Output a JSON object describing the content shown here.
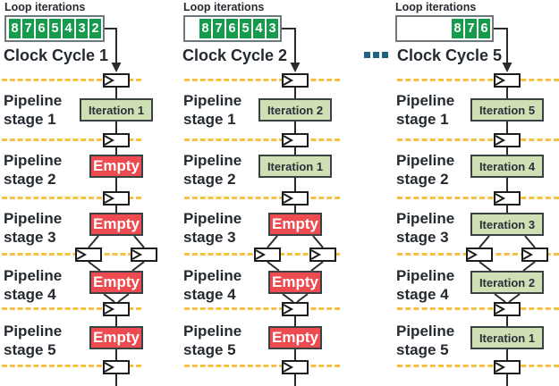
{
  "labels": {
    "loop_iterations": "Loop iterations"
  },
  "colors": {
    "iteration_cell_green": "#169a4c",
    "stage_filled_green": "#cfe0b5",
    "stage_empty_red": "#ee4b50",
    "separator_dash_orange": "#f4c143",
    "ellipsis_teal": "#20617f",
    "text_dark": "#242a31",
    "wire_black": "#2b2b2b"
  },
  "stage_rows": [
    {
      "line1": "Pipeline",
      "line2": "stage 1"
    },
    {
      "line1": "Pipeline",
      "line2": "stage 2"
    },
    {
      "line1": "Pipeline",
      "line2": "stage 3"
    },
    {
      "line1": "Pipeline",
      "line2": "stage 4"
    },
    {
      "line1": "Pipeline",
      "line2": "stage 5"
    }
  ],
  "columns": [
    {
      "clock_label": "Clock Cycle 1",
      "iterations": [
        "8",
        "7",
        "6",
        "5",
        "4",
        "3",
        "2"
      ],
      "stages": [
        {
          "label": "Iteration 1",
          "state": "filled"
        },
        {
          "label": "Empty",
          "state": "empty"
        },
        {
          "label": "Empty",
          "state": "empty"
        },
        {
          "label": "Empty",
          "state": "empty"
        },
        {
          "label": "Empty",
          "state": "empty"
        }
      ]
    },
    {
      "clock_label": "Clock Cycle 2",
      "iterations": [
        "8",
        "7",
        "6",
        "5",
        "4",
        "3"
      ],
      "stages": [
        {
          "label": "Iteration 2",
          "state": "filled"
        },
        {
          "label": "Iteration 1",
          "state": "filled"
        },
        {
          "label": "Empty",
          "state": "empty"
        },
        {
          "label": "Empty",
          "state": "empty"
        },
        {
          "label": "Empty",
          "state": "empty"
        }
      ]
    },
    {
      "clock_label": "Clock Cycle 5",
      "ellipsis": "...",
      "iterations": [
        "8",
        "7",
        "6"
      ],
      "stages": [
        {
          "label": "Iteration 5",
          "state": "filled"
        },
        {
          "label": "Iteration 4",
          "state": "filled"
        },
        {
          "label": "Iteration 3",
          "state": "filled"
        },
        {
          "label": "Iteration 2",
          "state": "filled"
        },
        {
          "label": "Iteration 1",
          "state": "filled"
        }
      ]
    }
  ]
}
